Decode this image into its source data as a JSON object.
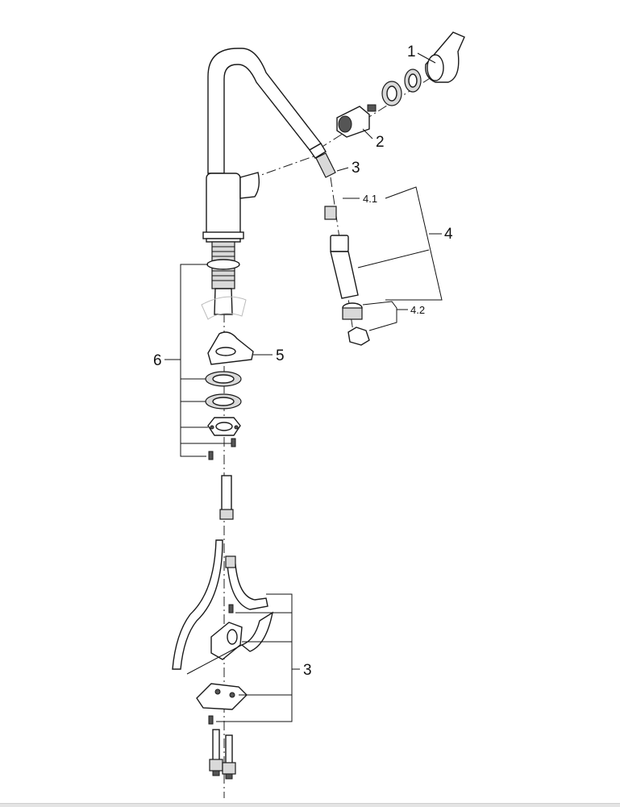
{
  "diagram": {
    "part_labels": {
      "p1": "1",
      "p2": "2",
      "p3_top": "3",
      "p4": "4",
      "p4_1": "4.1",
      "p4_2": "4.2",
      "p5": "5",
      "p6": "6",
      "p3_bottom": "3"
    }
  }
}
